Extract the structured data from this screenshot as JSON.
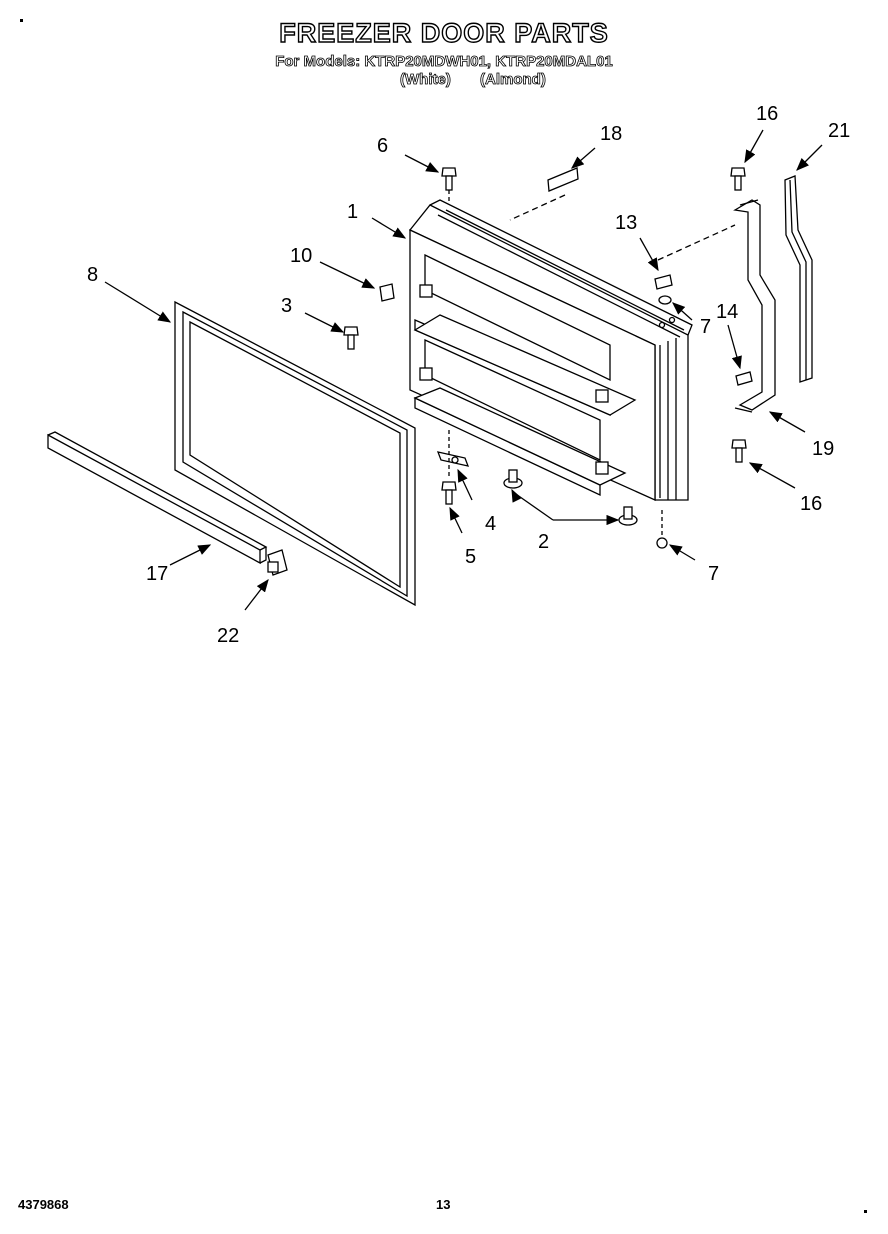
{
  "header": {
    "title": "FREEZER DOOR PARTS",
    "models": "For Models: KTRP20MDWH01, KTRP20MDAL01",
    "color_white": "(White)",
    "color_almond": "(Almond)"
  },
  "footer": {
    "doc_number": "4379868",
    "page_number": "13"
  },
  "callouts": {
    "c1": "1",
    "c2": "2",
    "c3": "3",
    "c4": "4",
    "c5": "5",
    "c6": "6",
    "c7a": "7",
    "c7b": "7",
    "c8": "8",
    "c10": "10",
    "c13": "13",
    "c14": "14",
    "c16a": "16",
    "c16b": "16",
    "c17": "17",
    "c18": "18",
    "c19": "19",
    "c21": "21",
    "c22": "22"
  }
}
